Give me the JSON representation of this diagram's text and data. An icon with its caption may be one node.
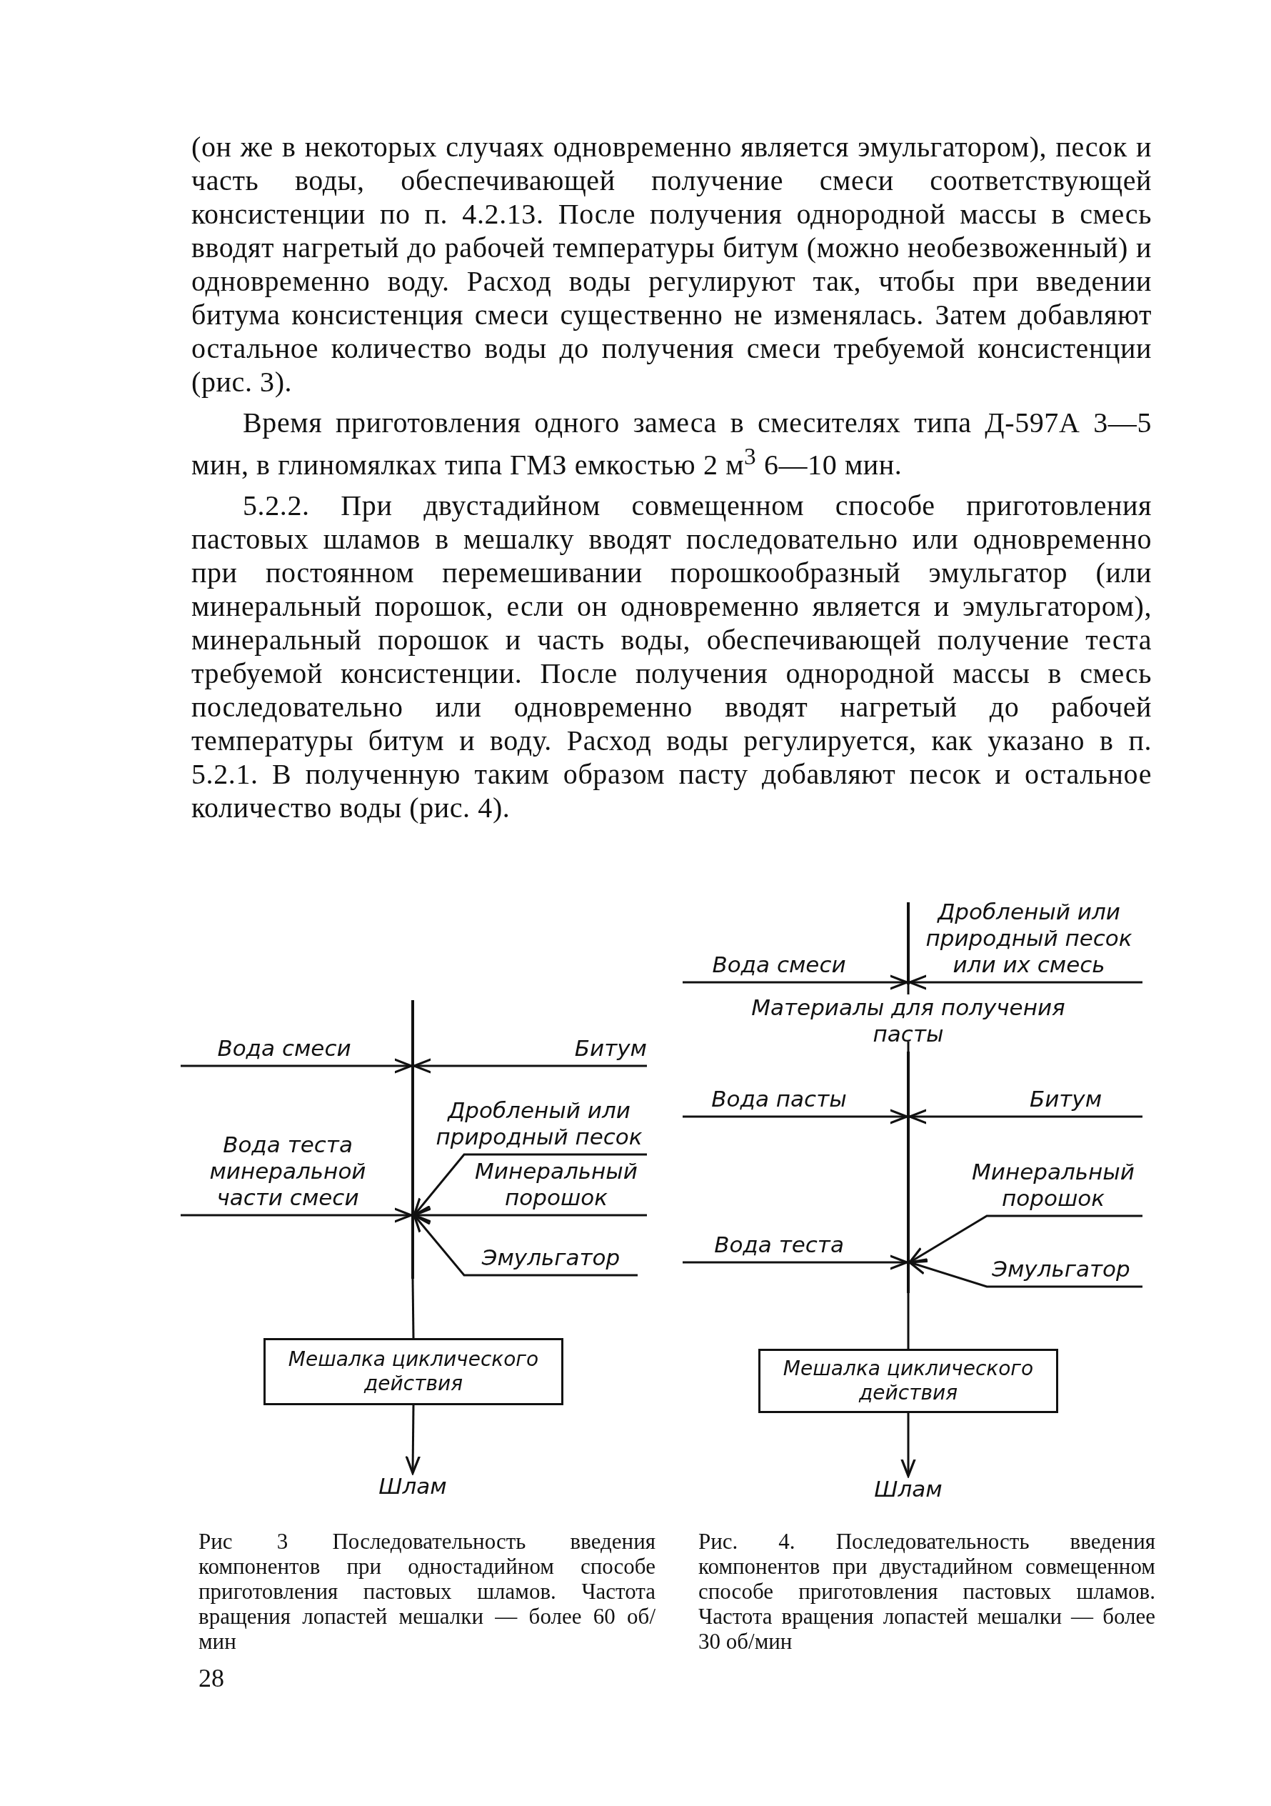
{
  "diagram": {
    "nodes": [
      {
        "text": [
          "Вода смеси"
        ]
      },
      {
        "text": [
          "Битум"
        ]
      },
      {
        "text": [
          "Дробленый или природный песок"
        ]
      },
      {
        "text": [
          "Вода теста минеральной части смеси"
        ]
      },
      {
        "text": [
          "Минеральный порошок"
        ]
      },
      {
        "text": [
          "Эмульгатор"
        ]
      },
      {
        "text": [],
        "shape": "bar"
      },
      {
        "text": [
          "Мешалка циклического действия"
        ]
      },
      {
        "text": [
          "Шлам"
        ]
      },
      {
        "text": [
          "Вода смеси"
        ]
      },
      {
        "text": [
          "Дробленый или природный песок или их смесь"
        ]
      },
      {
        "text": [],
        "shape": "bar"
      },
      {
        "text": [
          "Материалы для получения пасты"
        ]
      },
      {
        "text": [],
        "shape": "bar"
      },
      {
        "text": [
          "Вода пасты"
        ]
      },
      {
        "text": [
          "Битум"
        ]
      },
      {
        "text": [
          "Минеральный порошок"
        ]
      },
      {
        "text": [
          "Вода теста"
        ]
      },
      {
        "text": [
          "Эмульгатор"
        ]
      },
      {
        "text": [
          "Мешалка циклического действия"
        ]
      },
      {
        "text": [
          "Шлам"
        ]
      }
    ],
    "edges": [
      {
        "from": 0,
        "to": 6,
        "arrow": "to"
      },
      {
        "from": 1,
        "to": 6,
        "arrow": "to"
      },
      {
        "from": 2,
        "to": 6,
        "arrow": "to"
      },
      {
        "from": 3,
        "to": 6,
        "arrow": "to"
      },
      {
        "from": 4,
        "to": 6,
        "arrow": "to"
      },
      {
        "from": 5,
        "to": 6,
        "arrow": "to"
      },
      {
        "from": 6,
        "to": 7,
        "arrow": "none"
      },
      {
        "from": 7,
        "to": 8,
        "arrow": "to"
      },
      {
        "from": 9,
        "to": 11,
        "arrow": "to"
      },
      {
        "from": 10,
        "to": 11,
        "arrow": "to"
      },
      {
        "from": 11,
        "to": 12,
        "arrow": "none"
      },
      {
        "from": 12,
        "to": 13,
        "arrow": "none"
      },
      {
        "from": 14,
        "to": 13,
        "arrow": "to"
      },
      {
        "from": 15,
        "to": 13,
        "arrow": "to"
      },
      {
        "from": 16,
        "to": 13,
        "arrow": "to"
      },
      {
        "from": 17,
        "to": 13,
        "arrow": "to"
      },
      {
        "from": 18,
        "to": 13,
        "arrow": "to"
      },
      {
        "from": 13,
        "to": 19,
        "arrow": "none"
      },
      {
        "from": 19,
        "to": 20,
        "arrow": "to"
      }
    ],
    "labels": [
      "(он же в некоторых случаях одновременно является эмульгатором), песок и часть воды, обеспечивающей получение смеси соответствующей консистенции по п. 4.2.13. После получения однородной массы в смесь вводят нагретый до рабочей температуры битум (можно необезвоженный) и одновременно воду. Расход воды регулируют так, чтобы при введении битума консистенция смеси существенно не изменялась. Затем добавляют остальное количество воды до получения смеси требуемой консистенции (рис. 3).",
      "Время приготовления одного замеса в смесителях типа Д-597А 3—5 мин, в глиномялках типа ГМЗ емкостью 2 м$^{3}$ 6—10 мин.",
      "5.2.2. При двустадийном совмещенном способе приготовления пастовых шламов в мешалку вводят последовательно или одновременно при постоянном перемешивании порошкообразный эмульгатор (или минеральный порошок, если он одновременно является и эмульгатором), минеральный порошок и часть воды, обеспечивающей получение теста требуемой консистенции. После получения однородной массы в смесь последовательно или одновременно вводят нагретый до рабочей температуры битум и воду. Расход воды регулируется, как указано в п. 5.2.1. В полученную таким образом пасту добавляют песок и остальное количество воды (рис. 4).",
      "Рис 3 Последовательность введения компонентов при одностадийном способе приготовления пастовых шламов. Частота вращения лопастей мешалки — более 60 об/мин",
      "Рис. 4. Последовательность введения компонентов при двустадийном совмещенном способе приготовления пастовых шламов. Частота вращения лопастей мешалки — более 30 об/мин",
      "28"
    ]
  }
}
